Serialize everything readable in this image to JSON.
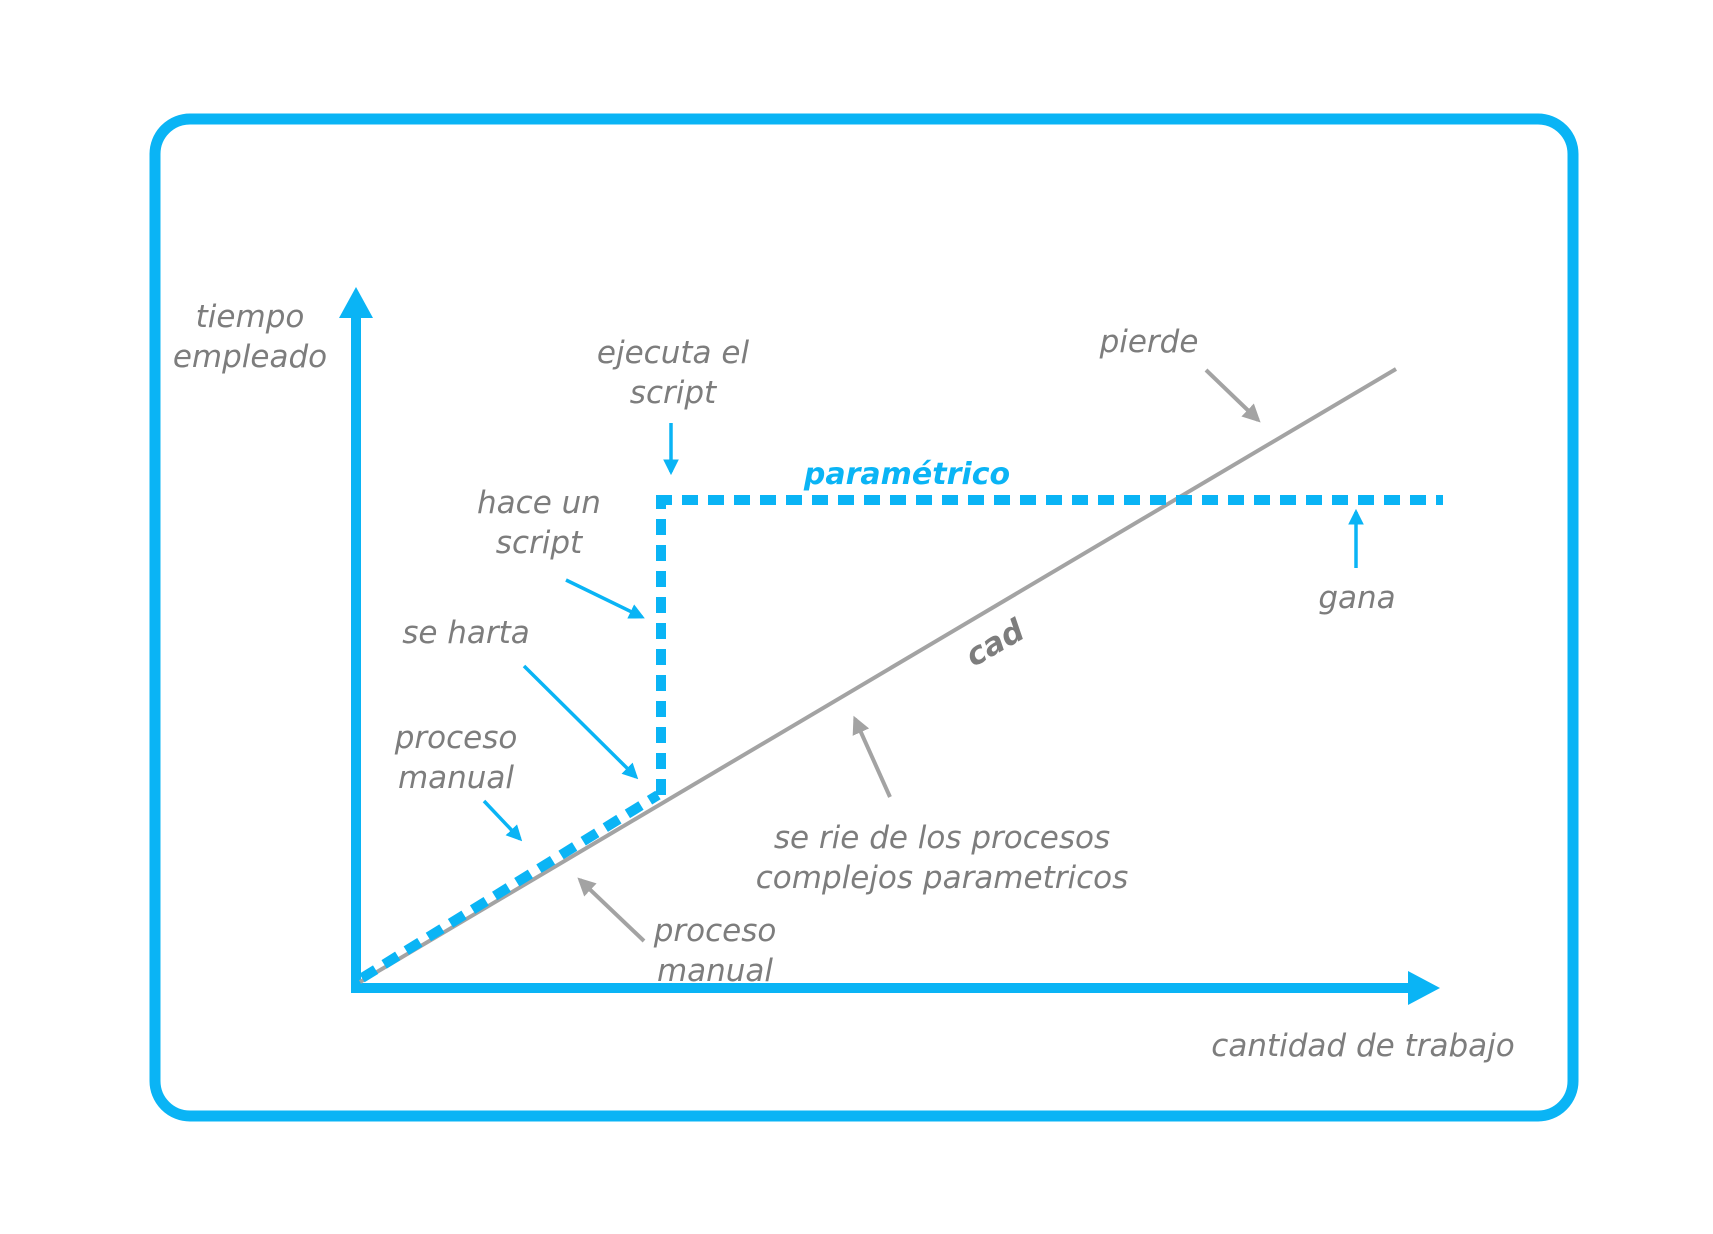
{
  "colors": {
    "accent": "#0ab4f5",
    "gray_text": "#7d7d7d",
    "gray_line": "#a3a3a3"
  },
  "axes": {
    "y_label_line1": "tiempo",
    "y_label_line2": "empleado",
    "x_label": "cantidad de trabajo"
  },
  "series": {
    "parametric_label": "paramétrico",
    "cad_label": "cad"
  },
  "annotations": {
    "ejecuta_line1": "ejecuta el",
    "ejecuta_line2": "script",
    "hace_line1": "hace un",
    "hace_line2": "script",
    "se_harta": "se harta",
    "proceso_top_line1": "proceso",
    "proceso_top_line2": "manual",
    "proceso_bottom_line1": "proceso",
    "proceso_bottom_line2": "manual",
    "pierde": "pierde",
    "gana": "gana",
    "se_rie_line1": "se rie de los procesos",
    "se_rie_line2": "complejos parametricos"
  }
}
